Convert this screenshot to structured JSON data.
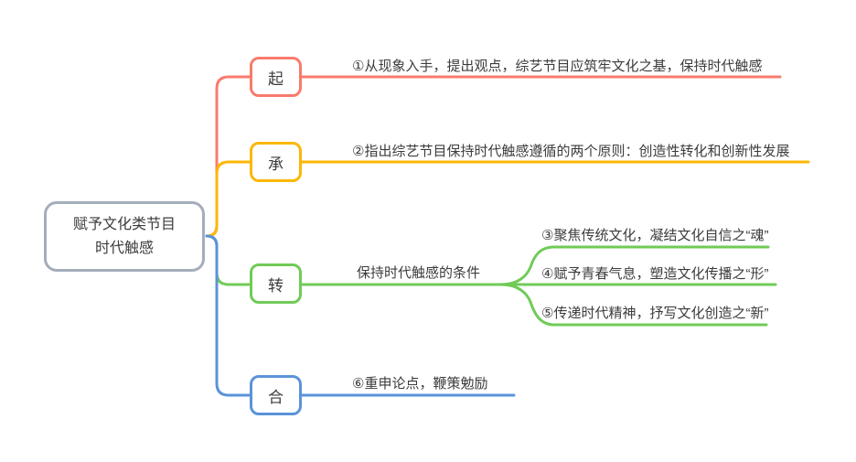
{
  "root": {
    "label": "赋予文化类节目\n时代触感"
  },
  "colors": {
    "root_border": "#a5adba",
    "red": "#f97b6c",
    "yellow": "#fcb705",
    "green": "#70cb57",
    "blue": "#5b93d9",
    "text": "#3c3c3c",
    "background": "#ffffff"
  },
  "branches": [
    {
      "node_label": "起",
      "color": "#f97b6c",
      "topic": "①从现象入手，提出观点，综艺节目应筑牢文化之基，保持时代触感"
    },
    {
      "node_label": "承",
      "color": "#fcb705",
      "topic": "②指出综艺节目保持时代触感遵循的两个原则：创造性转化和创新性发展"
    },
    {
      "node_label": "转",
      "color": "#70cb57",
      "topic": "保持时代触感的条件",
      "children": [
        "③聚焦传统文化，凝结文化自信之“魂”",
        "④赋予青春气息，塑造文化传播之“形”",
        "⑤传递时代精神，抒写文化创造之“新”"
      ]
    },
    {
      "node_label": "合",
      "color": "#5b93d9",
      "topic": "⑥重申论点，鞭策勉励"
    }
  ]
}
